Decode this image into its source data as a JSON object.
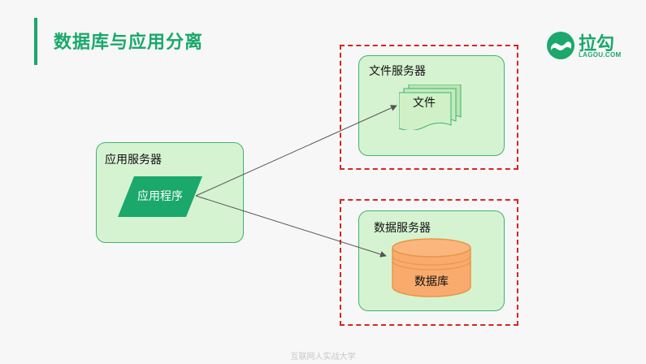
{
  "header": {
    "title": "数据库与应用分离"
  },
  "logo": {
    "text": "拉勾",
    "sub": "LAGOU.COM"
  },
  "diagram": {
    "app_server": {
      "title": "应用服务器",
      "program": "应用程序"
    },
    "file_server": {
      "title": "文件服务器",
      "file": "文件"
    },
    "db_server": {
      "title": "数据服务器",
      "database": "数据库"
    }
  },
  "footer": {
    "watermark": "互联网人实战大学"
  },
  "colors": {
    "accent": "#1aa86b",
    "box_fill": "#d6f3d1",
    "box_border": "#3fb273",
    "dash": "#d9251f",
    "cylinder": "#f9ab6e"
  }
}
